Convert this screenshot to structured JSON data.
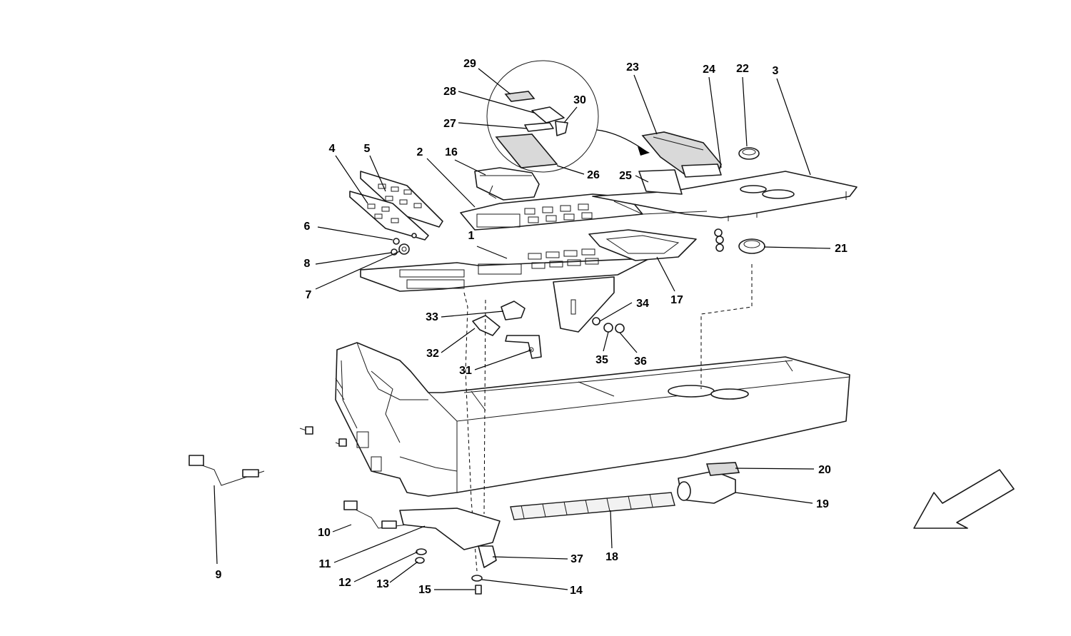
{
  "diagram": {
    "callouts": [
      {
        "id": "1",
        "label": "1"
      },
      {
        "id": "2",
        "label": "2"
      },
      {
        "id": "3",
        "label": "3"
      },
      {
        "id": "4",
        "label": "4"
      },
      {
        "id": "5",
        "label": "5"
      },
      {
        "id": "6",
        "label": "6"
      },
      {
        "id": "7",
        "label": "7"
      },
      {
        "id": "8",
        "label": "8"
      },
      {
        "id": "9",
        "label": "9"
      },
      {
        "id": "10",
        "label": "10"
      },
      {
        "id": "11",
        "label": "11"
      },
      {
        "id": "12",
        "label": "12"
      },
      {
        "id": "13",
        "label": "13"
      },
      {
        "id": "14",
        "label": "14"
      },
      {
        "id": "15",
        "label": "15"
      },
      {
        "id": "16",
        "label": "16"
      },
      {
        "id": "17",
        "label": "17"
      },
      {
        "id": "18",
        "label": "18"
      },
      {
        "id": "19",
        "label": "19"
      },
      {
        "id": "20",
        "label": "20"
      },
      {
        "id": "21",
        "label": "21"
      },
      {
        "id": "22",
        "label": "22"
      },
      {
        "id": "23",
        "label": "23"
      },
      {
        "id": "24",
        "label": "24"
      },
      {
        "id": "25",
        "label": "25"
      },
      {
        "id": "26",
        "label": "26"
      },
      {
        "id": "27",
        "label": "27"
      },
      {
        "id": "28",
        "label": "28"
      },
      {
        "id": "29",
        "label": "29"
      },
      {
        "id": "30",
        "label": "30"
      },
      {
        "id": "31",
        "label": "31"
      },
      {
        "id": "32",
        "label": "32"
      },
      {
        "id": "33",
        "label": "33"
      },
      {
        "id": "34",
        "label": "34"
      },
      {
        "id": "35",
        "label": "35"
      },
      {
        "id": "36",
        "label": "36"
      },
      {
        "id": "37",
        "label": "37"
      }
    ],
    "direction_arrow_icon": "direction-arrow-icon"
  }
}
